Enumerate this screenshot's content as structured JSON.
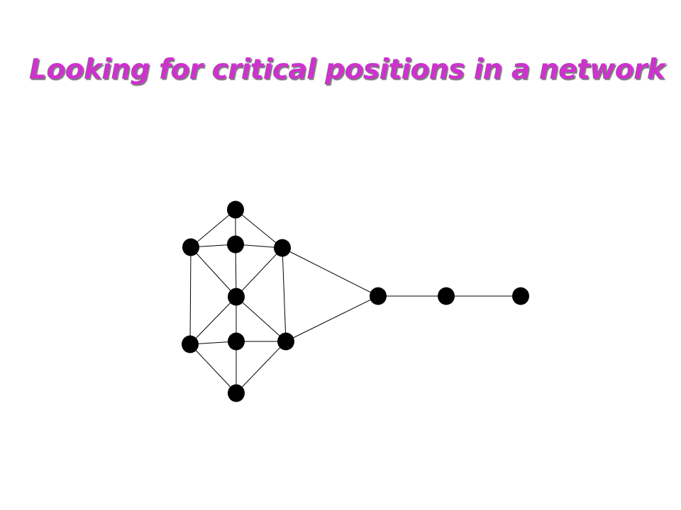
{
  "title": "Looking for critical positions in a network",
  "colors": {
    "title": "#cc33cc",
    "title_shadow": "#7a7a7a",
    "node": "#000000",
    "edge": "#000000"
  },
  "graph": {
    "nodes": [
      "top",
      "upper-left",
      "upper-mid",
      "upper-right",
      "center",
      "lower-left",
      "lower-mid",
      "lower-right",
      "bottom",
      "bridge",
      "chain-mid",
      "chain-end"
    ],
    "edges": [
      [
        "top",
        "upper-left"
      ],
      [
        "top",
        "upper-mid"
      ],
      [
        "top",
        "upper-right"
      ],
      [
        "upper-left",
        "upper-mid"
      ],
      [
        "upper-mid",
        "upper-right"
      ],
      [
        "upper-left",
        "lower-left"
      ],
      [
        "upper-right",
        "lower-right"
      ],
      [
        "upper-left",
        "center"
      ],
      [
        "upper-right",
        "center"
      ],
      [
        "upper-mid",
        "center"
      ],
      [
        "center",
        "lower-mid"
      ],
      [
        "center",
        "lower-left"
      ],
      [
        "center",
        "lower-right"
      ],
      [
        "lower-left",
        "lower-mid"
      ],
      [
        "lower-mid",
        "lower-right"
      ],
      [
        "lower-mid",
        "bottom"
      ],
      [
        "lower-left",
        "bottom"
      ],
      [
        "lower-right",
        "bottom"
      ],
      [
        "upper-right",
        "bridge"
      ],
      [
        "lower-right",
        "bridge"
      ],
      [
        "bridge",
        "chain-mid"
      ],
      [
        "chain-mid",
        "chain-end"
      ]
    ]
  }
}
